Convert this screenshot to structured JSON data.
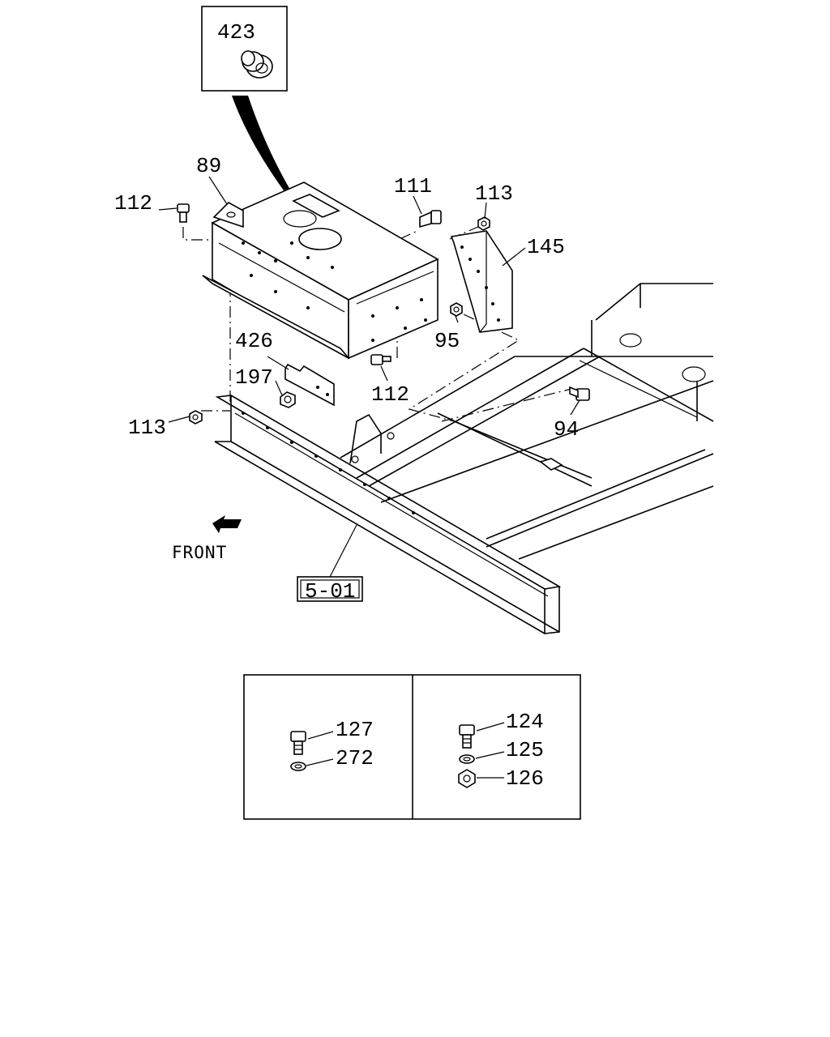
{
  "callouts": {
    "p423": "423",
    "p89": "89",
    "p112_left": "112",
    "p111": "111",
    "p113_top": "113",
    "p145": "145",
    "p95": "95",
    "p426": "426",
    "p197": "197",
    "p112_mid": "112",
    "p113_left": "113",
    "p94": "94"
  },
  "front_label": "FRONT",
  "reference_box": "5-01",
  "fastener_sets": {
    "left": {
      "bolt": "127",
      "washer": "272"
    },
    "right": {
      "bolt": "124",
      "washer": "125",
      "nut": "126"
    }
  }
}
